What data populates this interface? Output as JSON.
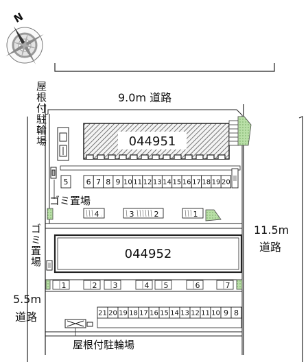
{
  "compass": {
    "north_label": "N",
    "icon": "compass-rose-icon"
  },
  "roads": {
    "top": "9.0m 道路",
    "right_width": "11.5m",
    "right_road": "道路",
    "left_width": "5.5m",
    "left_road": "道路"
  },
  "labels": {
    "bike_parking_roofed": "屋根付駐輪場",
    "garbage_top": "ゴミ置場",
    "garbage_left": "ゴミ置場"
  },
  "buildings": {
    "north": "044951",
    "south": "044952"
  },
  "parking": {
    "north_row_left": "5",
    "north_row": [
      "6",
      "7",
      "8",
      "9",
      "10",
      "11",
      "12",
      "13",
      "14",
      "15",
      "16",
      "17",
      "18",
      "19",
      "20"
    ],
    "middle_row": [
      "4",
      "3",
      "2",
      "1"
    ],
    "south_row_top": [
      "1",
      "2",
      "3",
      "4",
      "5",
      "6",
      "7"
    ],
    "bottom_row": [
      "21",
      "20",
      "19",
      "18",
      "17",
      "16",
      "15",
      "14",
      "13",
      "12",
      "11",
      "10",
      "9",
      "8"
    ]
  },
  "colors": {
    "hatch": "#555555",
    "shrub": "#b9dfa7",
    "line": "#222222"
  }
}
